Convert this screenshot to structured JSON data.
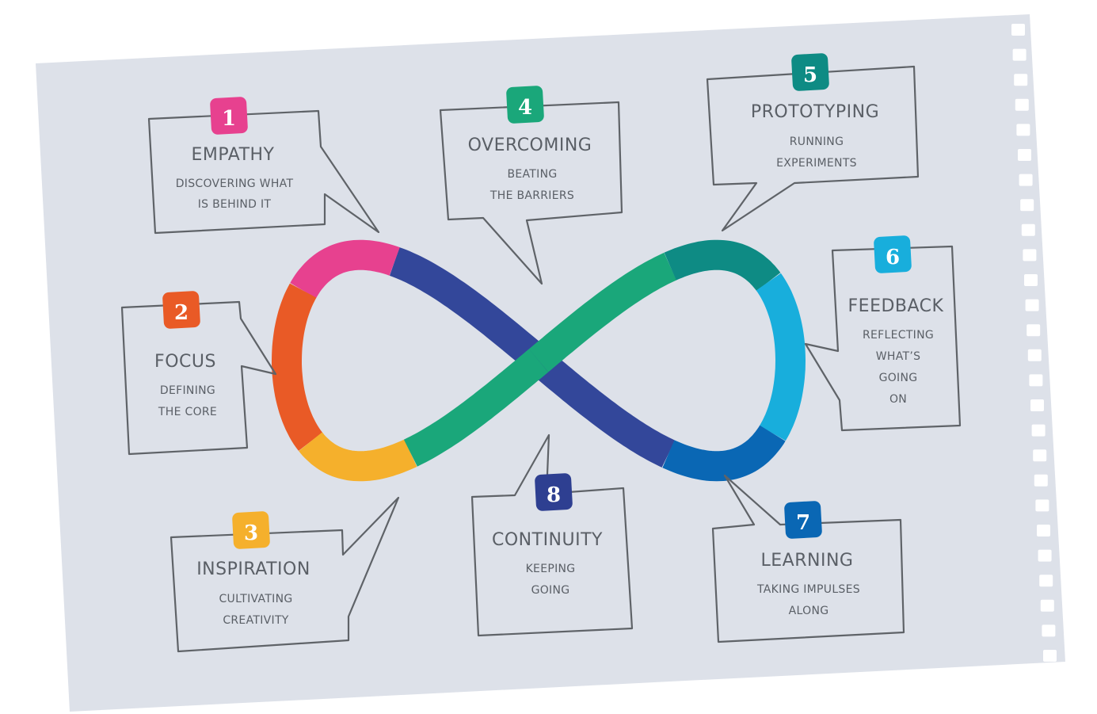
{
  "steps": [
    {
      "num": "1",
      "title": "EMPATHY",
      "lines": [
        "DISCOVERING WHAT",
        "IS BEHIND IT"
      ],
      "color": "#e7418f"
    },
    {
      "num": "2",
      "title": "FOCUS",
      "lines": [
        "DEFINING",
        "THE CORE"
      ],
      "color": "#e95a26"
    },
    {
      "num": "3",
      "title": "INSPIRATION",
      "lines": [
        "CULTIVATING",
        "CREATIVITY"
      ],
      "color": "#f5b02c"
    },
    {
      "num": "4",
      "title": "OVERCOMING",
      "lines": [
        "BEATING",
        "THE BARRIERS"
      ],
      "color": "#1aa77a"
    },
    {
      "num": "5",
      "title": "PROTOTYPING",
      "lines": [
        "RUNNING",
        "EXPERIMENTS"
      ],
      "color": "#0e8b84"
    },
    {
      "num": "6",
      "title": "FEEDBACK",
      "lines": [
        "REFLECTING",
        "WHAT’S",
        "GOING",
        "ON"
      ],
      "color": "#18aedc"
    },
    {
      "num": "7",
      "title": "LEARNING",
      "lines": [
        "TAKING IMPULSES",
        "ALONG"
      ],
      "color": "#0a67b4"
    },
    {
      "num": "8",
      "title": "CONTINUITY",
      "lines": [
        "KEEPING",
        "GOING"
      ],
      "color": "#2e3f91"
    }
  ],
  "colors": {
    "paper": "#dde1e9",
    "stroke": "#5f6368",
    "loop_crossing_back": "#33479a"
  }
}
